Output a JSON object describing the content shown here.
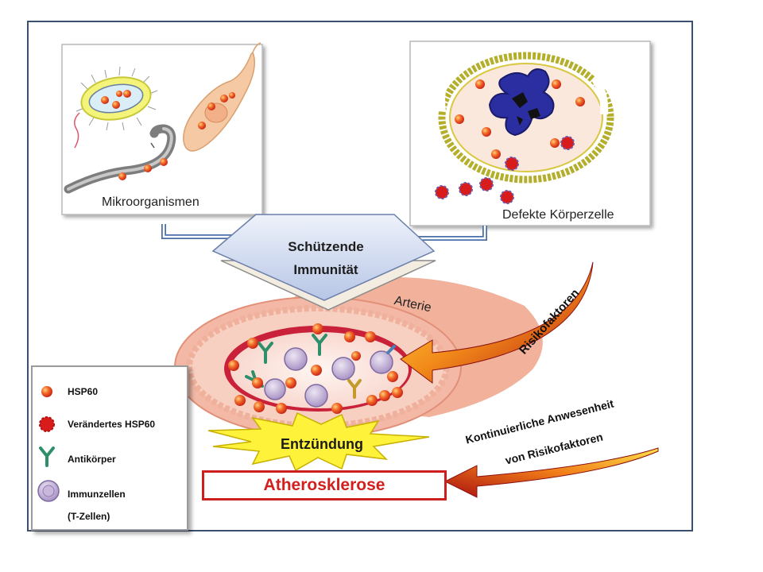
{
  "panels": {
    "microorganisms_caption": "Mikroorganismen",
    "defective_cell_caption": "Defekte Körperzelle"
  },
  "immunity": {
    "line1": "Schützende",
    "line2": "Immunität"
  },
  "artery_label": "Arterie",
  "risk_factors_label": "Risikofaktoren",
  "continuous_risk": {
    "line1": "Kontinuierliche Anwesenheit",
    "line2": "von Risikofaktoren"
  },
  "inflammation_label": "Entzündung",
  "atherosclerosis_label": "Atherosklerose",
  "legend": {
    "items": [
      {
        "label": "HSP60",
        "icon": "hsp60-icon"
      },
      {
        "label": "Verändertes HSP60",
        "icon": "altered-hsp60-icon"
      },
      {
        "label": "Antikörper",
        "icon": "antibody-icon"
      },
      {
        "label": "Immunzellen",
        "icon": "immune-cell-icon"
      }
    ],
    "immune_cells_sub": "(T-Zellen)"
  },
  "colors": {
    "hsp60": "#e8452a",
    "altered_hsp60": "#d81c1c",
    "antibody": "#2e8f6a",
    "immune_cell": "#b9a6cf",
    "artery": "#f0a890",
    "frame": "#3b4f6e",
    "atherosclerosis_text": "#d2201e"
  }
}
